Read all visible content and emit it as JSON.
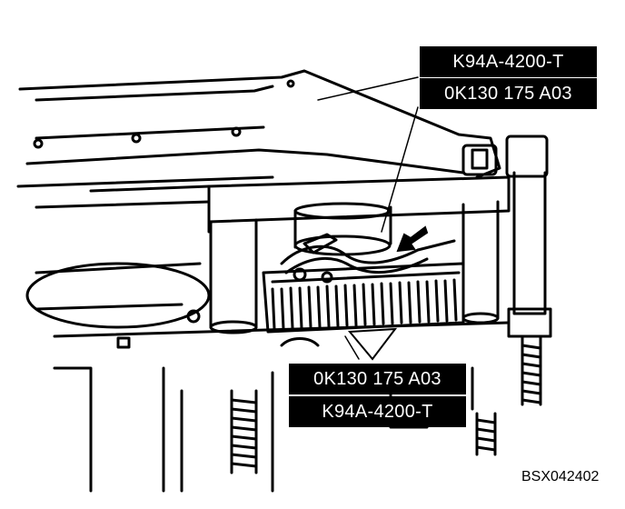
{
  "callouts": {
    "upper_tool": "K94A-4200-T",
    "upper_part": "0K130 175 A03",
    "lower_part": "0K130 175 A03",
    "lower_tool": "K94A-4200-T"
  },
  "figure_code": "BSX042402",
  "colors": {
    "ink": "#000000",
    "paper": "#ffffff"
  }
}
